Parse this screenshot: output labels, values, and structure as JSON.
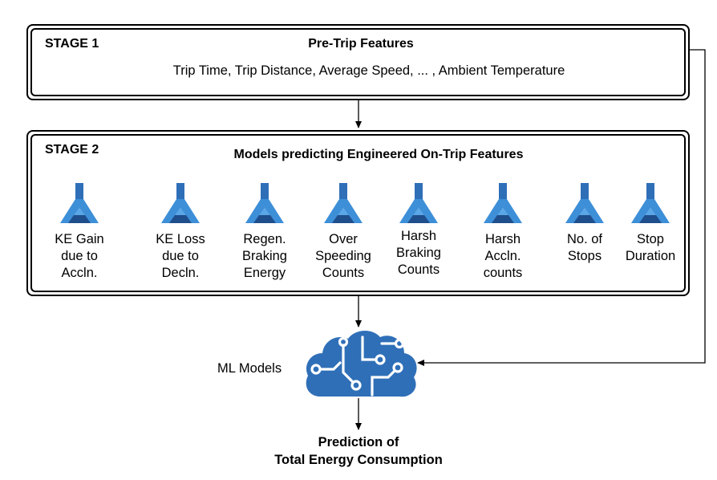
{
  "stage1": {
    "label": "STAGE 1",
    "title": "Pre-Trip Features",
    "features": "Trip Time, Trip Distance, Average Speed, ... , Ambient Temperature"
  },
  "stage2": {
    "label": "STAGE 2",
    "title": "Models predicting Engineered On-Trip Features",
    "models": [
      {
        "label": "KE Gain\ndue to\nAccln.",
        "icon": "flask-icon"
      },
      {
        "label": "KE Loss\ndue to\nDecln.",
        "icon": "flask-icon"
      },
      {
        "label": "Regen.\nBraking\nEnergy",
        "icon": "flask-icon"
      },
      {
        "label": "Over\nSpeeding\nCounts",
        "icon": "flask-icon"
      },
      {
        "label": "Harsh\nBraking\nCounts",
        "icon": "flask-icon"
      },
      {
        "label": "Harsh\nAccln.\ncounts",
        "icon": "flask-icon"
      },
      {
        "label": "No. of\nStops",
        "icon": "flask-icon"
      },
      {
        "label": "Stop\nDuration",
        "icon": "flask-icon"
      }
    ]
  },
  "ml": {
    "label": "ML Models",
    "icon": "brain-cloud-icon"
  },
  "output": {
    "label": "Prediction of\nTotal Energy Consumption"
  },
  "colors": {
    "icon_light": "#3d8fd8",
    "icon_dark": "#1f4e8c",
    "cloud": "#2f6fb8",
    "stroke": "#000000"
  }
}
